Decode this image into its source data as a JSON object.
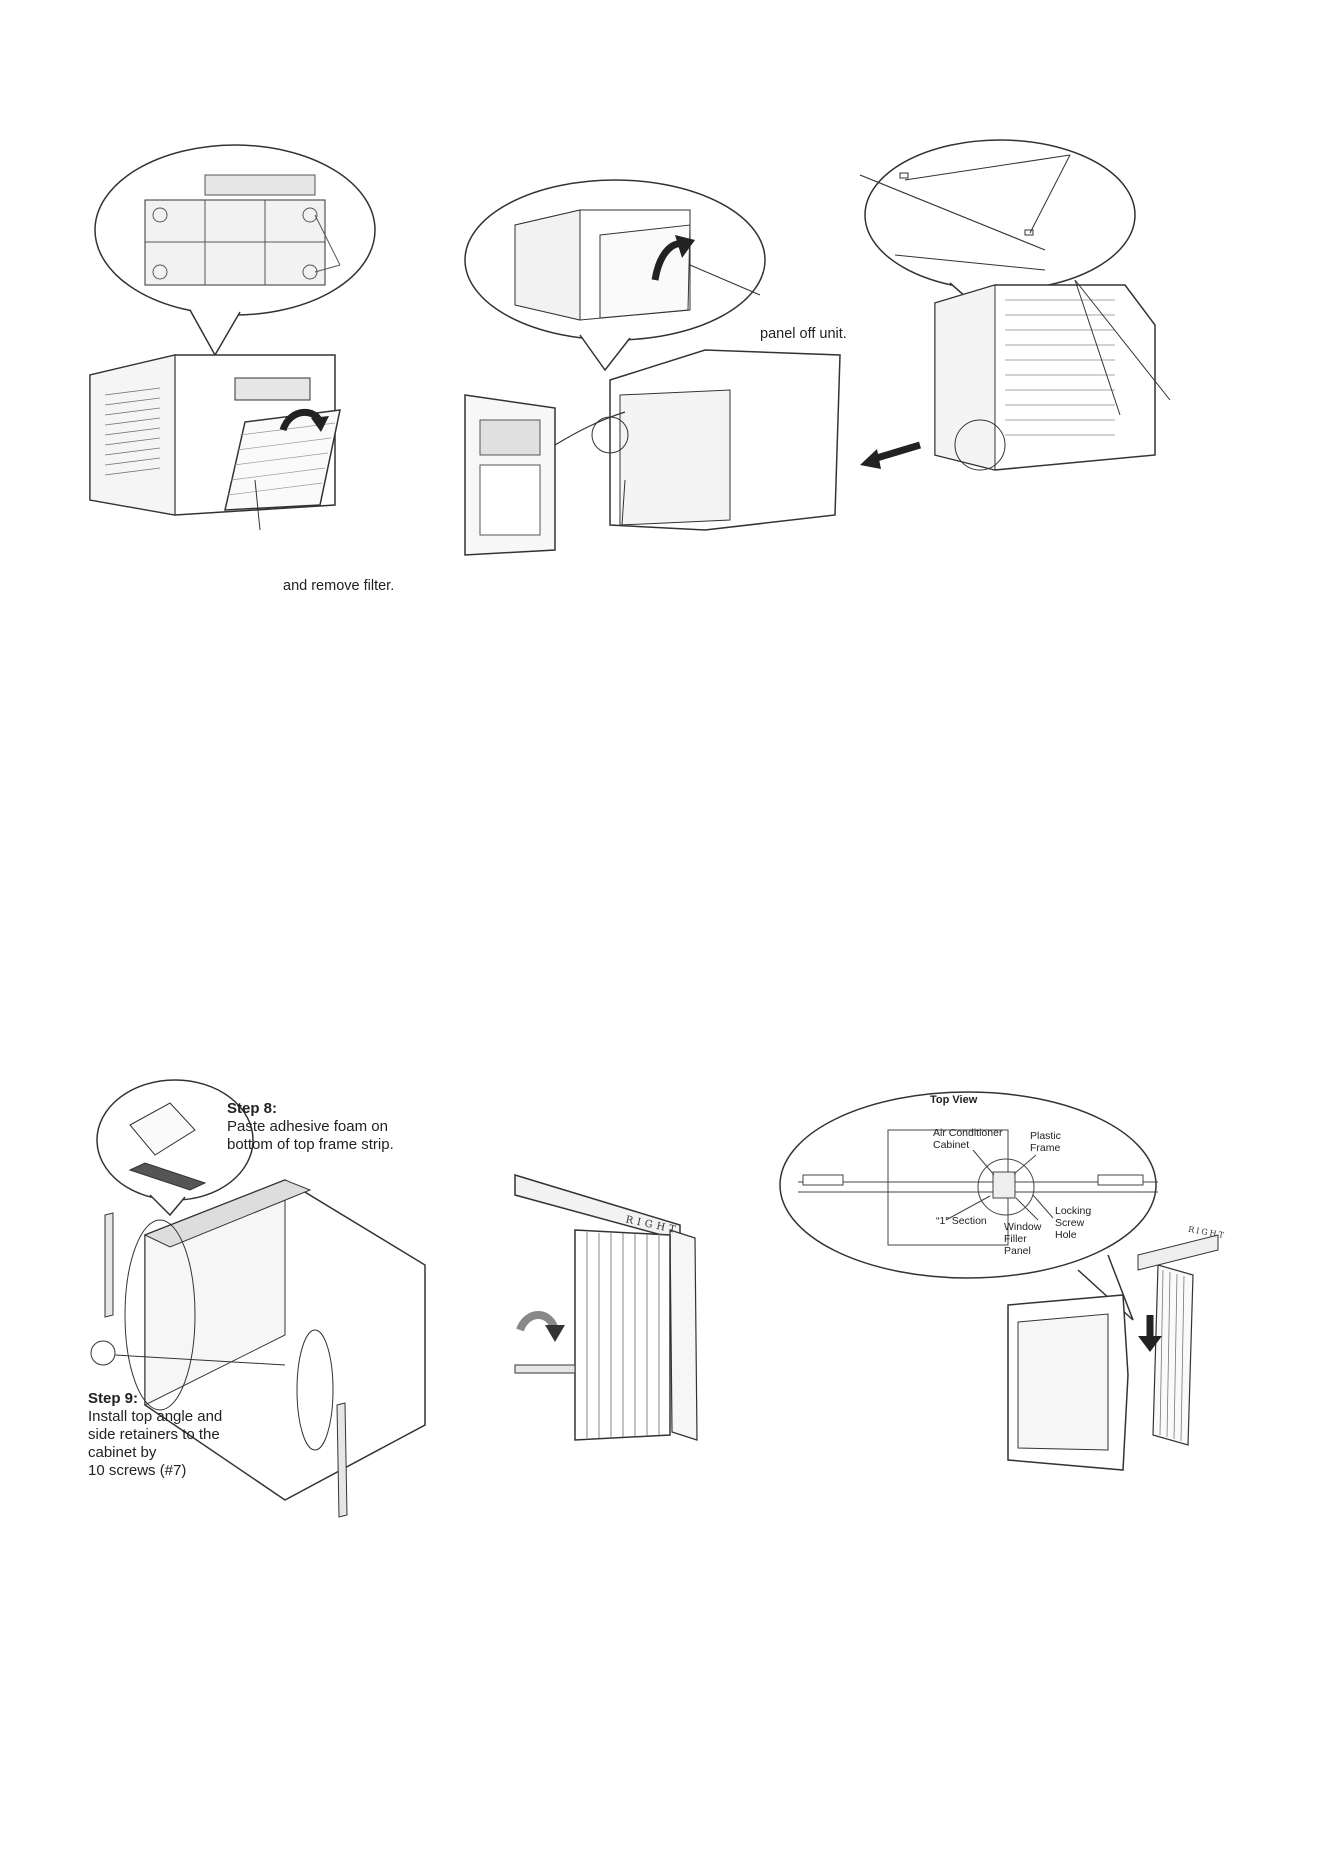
{
  "captions": {
    "filter": "and remove filter.",
    "panel": "panel off unit."
  },
  "step8": {
    "title": "Step 8:",
    "body": "Paste adhesive foam on\nbottom of top frame strip."
  },
  "step9": {
    "title": "Step 9:",
    "body": "Install top angle and\nside retainers to the\ncabinet by\n10 screws (#7)"
  },
  "right_label": "RIGHT",
  "top_view": {
    "title": "Top View",
    "labels": {
      "cabinet": "Air Conditioner\nCabinet",
      "plastic_frame": "Plastic\nFrame",
      "section": "“1”  Section",
      "filler": "Window\nFiller\nPanel",
      "locking": "Locking\nScrew\nHole"
    }
  },
  "colors": {
    "line": "#333333",
    "fill_light": "#f2f2f2",
    "fill_mid": "#d9d9d9",
    "arrow": "#333333"
  }
}
